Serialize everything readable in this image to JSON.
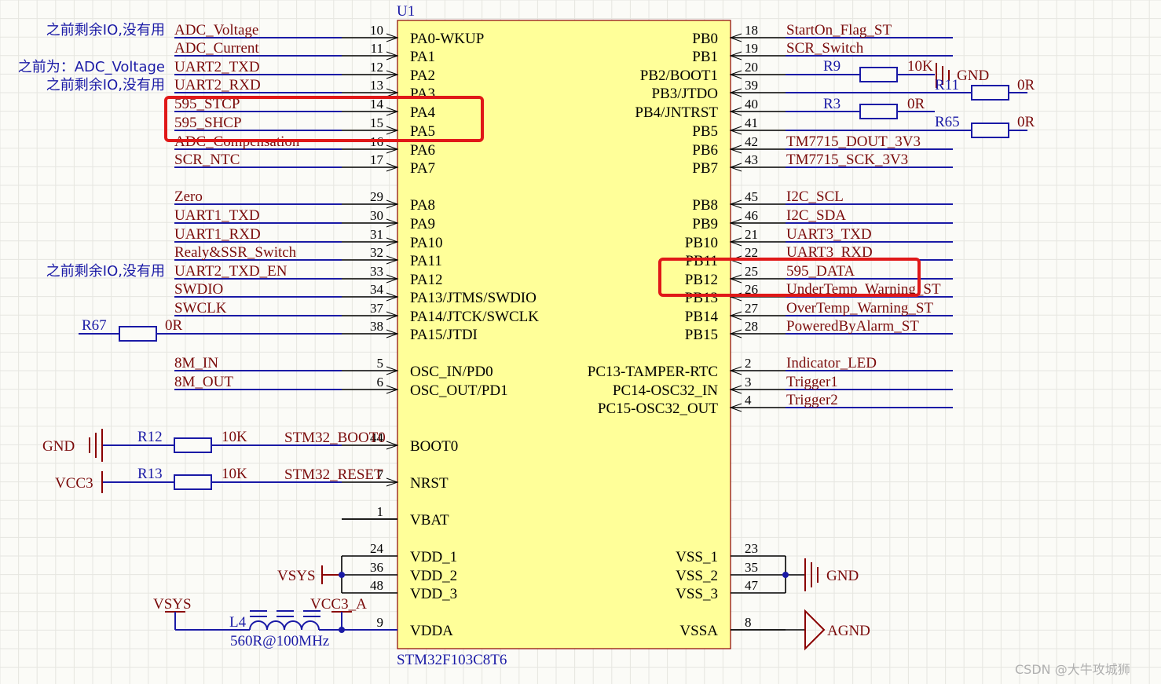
{
  "chip": {
    "designator": "U1",
    "part": "STM32F103C8T6",
    "fill": "#ffff99"
  },
  "left_pins": [
    {
      "num": "10",
      "name": "PA0-WKUP",
      "net": "ADC_Voltage",
      "note": "之前剩余IO,没有用"
    },
    {
      "num": "11",
      "name": "PA1",
      "net": "ADC_Current"
    },
    {
      "num": "12",
      "name": "PA2",
      "net": "UART2_TXD",
      "note": "之前为：ADC_Voltage"
    },
    {
      "num": "13",
      "name": "PA3",
      "net": "UART2_RXD",
      "note": "之前剩余IO,没有用"
    },
    {
      "num": "14",
      "name": "PA4",
      "net": "595_STCP"
    },
    {
      "num": "15",
      "name": "PA5",
      "net": "595_SHCP"
    },
    {
      "num": "16",
      "name": "PA6",
      "net": "ADC_Compensation"
    },
    {
      "num": "17",
      "name": "PA7",
      "net": "SCR_NTC"
    },
    {
      "num": "29",
      "name": "PA8",
      "net": "Zero"
    },
    {
      "num": "30",
      "name": "PA9",
      "net": "UART1_TXD"
    },
    {
      "num": "31",
      "name": "PA10",
      "net": "UART1_RXD"
    },
    {
      "num": "32",
      "name": "PA11",
      "net": "Realy&SSR_Switch"
    },
    {
      "num": "33",
      "name": "PA12",
      "net": "UART2_TXD_EN",
      "note": "之前剩余IO,没有用"
    },
    {
      "num": "34",
      "name": "PA13/JTMS/SWDIO",
      "net": "SWDIO"
    },
    {
      "num": "37",
      "name": "PA14/JTCK/SWCLK",
      "net": "SWCLK"
    },
    {
      "num": "38",
      "name": "PA15/JTDI",
      "net": ""
    },
    {
      "num": "5",
      "name": "OSC_IN/PD0",
      "net": "8M_IN"
    },
    {
      "num": "6",
      "name": "OSC_OUT/PD1",
      "net": "8M_OUT"
    },
    {
      "num": "44",
      "name": "BOOT0",
      "net": "STM32_BOOT0"
    },
    {
      "num": "7",
      "name": "NRST",
      "net": "STM32_RESET"
    },
    {
      "num": "1",
      "name": "VBAT",
      "net": ""
    },
    {
      "num": "24",
      "name": "VDD_1",
      "net": ""
    },
    {
      "num": "36",
      "name": "VDD_2",
      "net": ""
    },
    {
      "num": "48",
      "name": "VDD_3",
      "net": ""
    },
    {
      "num": "9",
      "name": "VDDA",
      "net": ""
    }
  ],
  "right_pins": [
    {
      "num": "18",
      "name": "PB0",
      "net": "StartOn_Flag_ST"
    },
    {
      "num": "19",
      "name": "PB1",
      "net": "SCR_Switch"
    },
    {
      "num": "20",
      "name": "PB2/BOOT1",
      "net": ""
    },
    {
      "num": "39",
      "name": "PB3/JTDO",
      "net": ""
    },
    {
      "num": "40",
      "name": "PB4/JNTRST",
      "net": ""
    },
    {
      "num": "41",
      "name": "PB5",
      "net": ""
    },
    {
      "num": "42",
      "name": "PB6",
      "net": "TM7715_DOUT_3V3"
    },
    {
      "num": "43",
      "name": "PB7",
      "net": "TM7715_SCK_3V3"
    },
    {
      "num": "45",
      "name": "PB8",
      "net": "I2C_SCL"
    },
    {
      "num": "46",
      "name": "PB9",
      "net": "I2C_SDA"
    },
    {
      "num": "21",
      "name": "PB10",
      "net": "UART3_TXD"
    },
    {
      "num": "22",
      "name": "PB11",
      "net": "UART3_RXD"
    },
    {
      "num": "25",
      "name": "PB12",
      "net": "595_DATA"
    },
    {
      "num": "26",
      "name": "PB13",
      "net": "UnderTemp_Warning_ST"
    },
    {
      "num": "27",
      "name": "PB14",
      "net": "OverTemp_Warning_ST"
    },
    {
      "num": "28",
      "name": "PB15",
      "net": "PoweredByAlarm_ST"
    },
    {
      "num": "2",
      "name": "PC13-TAMPER-RTC",
      "net": "Indicator_LED"
    },
    {
      "num": "3",
      "name": "PC14-OSC32_IN",
      "net": "Trigger1"
    },
    {
      "num": "4",
      "name": "PC15-OSC32_OUT",
      "net": "Trigger2"
    },
    {
      "num": "23",
      "name": "VSS_1",
      "net": ""
    },
    {
      "num": "35",
      "name": "VSS_2",
      "net": ""
    },
    {
      "num": "47",
      "name": "VSS_3",
      "net": ""
    },
    {
      "num": "8",
      "name": "VSSA",
      "net": ""
    }
  ],
  "resistors": [
    {
      "ref": "R9",
      "value": "10K"
    },
    {
      "ref": "R11",
      "value": "0R"
    },
    {
      "ref": "R3",
      "value": "0R"
    },
    {
      "ref": "R65",
      "value": "0R"
    },
    {
      "ref": "R67",
      "value": "0R"
    },
    {
      "ref": "R12",
      "value": "10K"
    },
    {
      "ref": "R13",
      "value": "10K"
    }
  ],
  "inductor": {
    "ref": "L4",
    "value": "560R@100MHz"
  },
  "power": {
    "gnd": "GND",
    "vcc3": "VCC3",
    "vsys": "VSYS",
    "vcc3a": "VCC3_A",
    "agnd": "AGND"
  },
  "highlight_color": "#e01818",
  "watermark": "CSDN @大牛攻城狮"
}
